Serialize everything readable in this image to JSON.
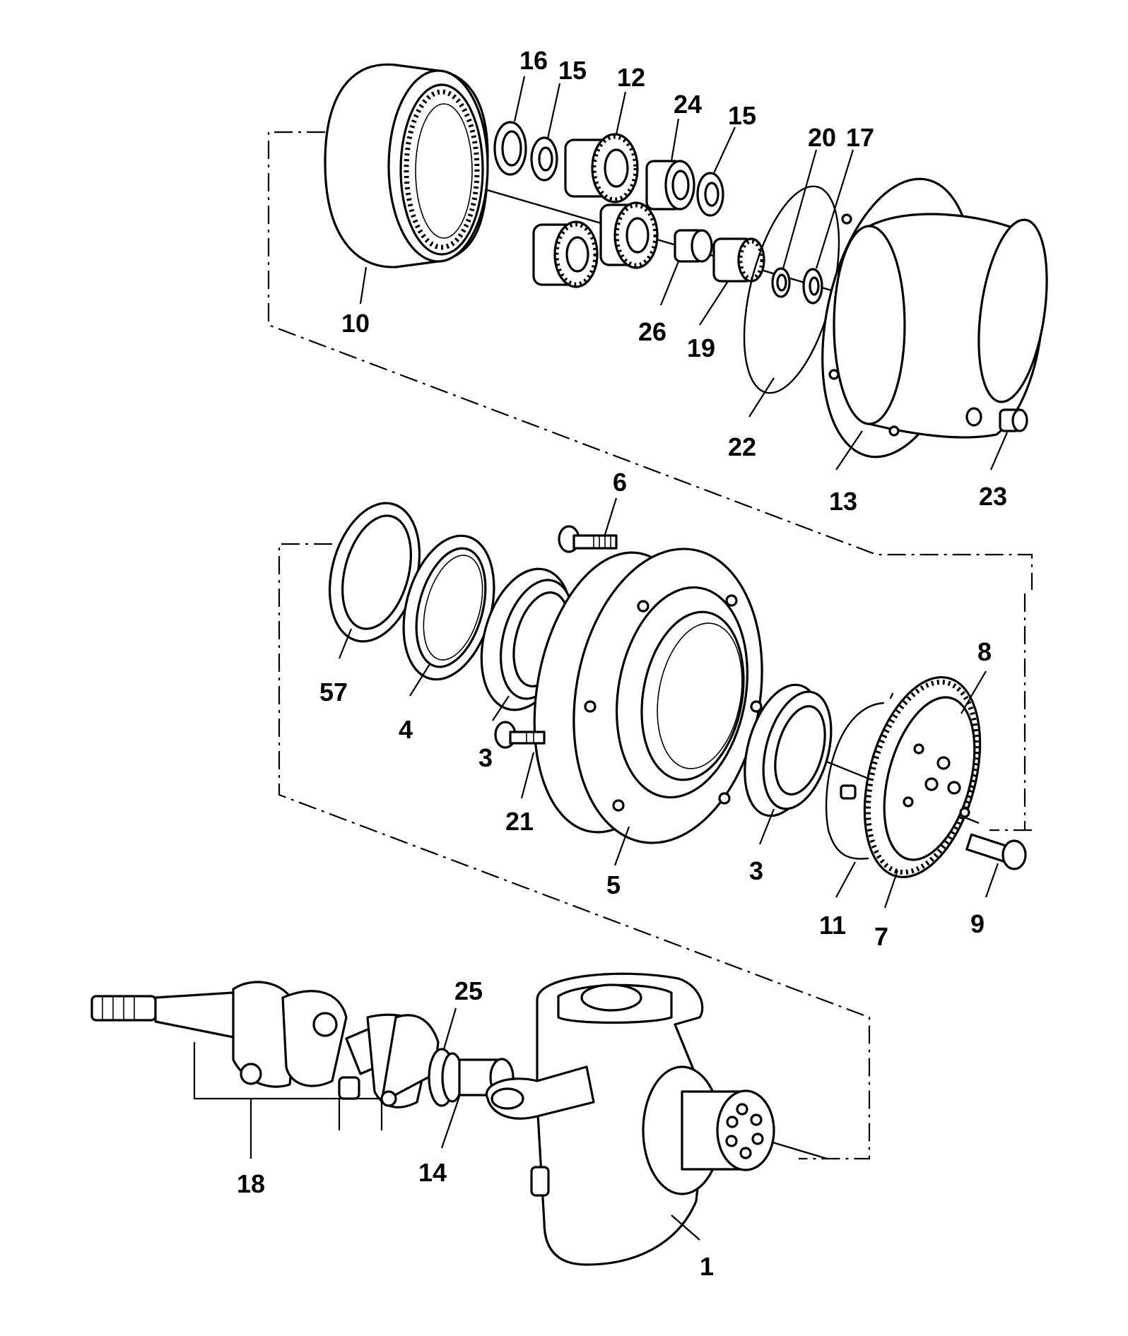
{
  "colors": {
    "line": "#000000",
    "background": "#ffffff"
  },
  "callouts": {
    "c1": "1",
    "c3a": "3",
    "c3b": "3",
    "c4": "4",
    "c5": "5",
    "c6": "6",
    "c7": "7",
    "c8": "8",
    "c9": "9",
    "c10": "10",
    "c11": "11",
    "c12": "12",
    "c13": "13",
    "c14": "14",
    "c15a": "15",
    "c15b": "15",
    "c16": "16",
    "c17": "17",
    "c18": "18",
    "c19": "19",
    "c20": "20",
    "c21": "21",
    "c22": "22",
    "c23": "23",
    "c24": "24",
    "c25": "25",
    "c26": "26",
    "c57": "57"
  }
}
